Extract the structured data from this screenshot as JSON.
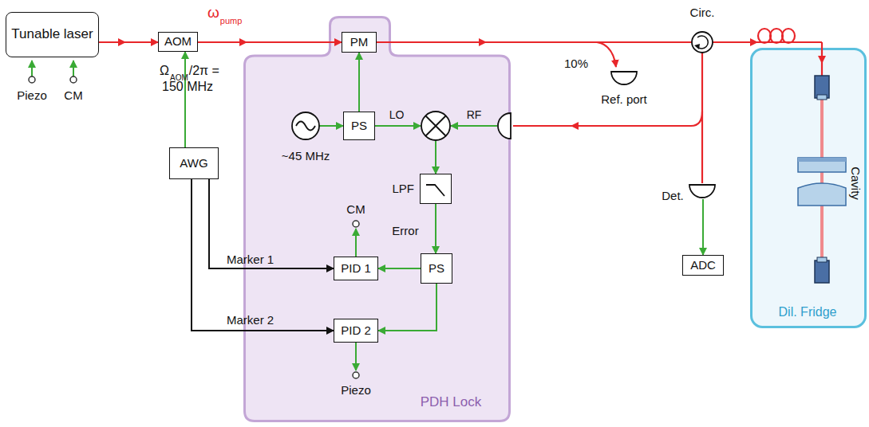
{
  "diagram": {
    "nodes": [
      {
        "text": [
          "Tunable laser"
        ]
      },
      {
        "text": [
          "AOM"
        ]
      },
      {
        "text": [
          "AWG"
        ]
      },
      {
        "text": [
          "PDH Lock"
        ]
      },
      {
        "text": [
          "PM"
        ],
        "in": 3
      },
      {
        "text": [
          "PS"
        ],
        "in": 3
      },
      {
        "text": [
          "LPF"
        ],
        "in": 3
      },
      {
        "text": [
          "PS"
        ],
        "in": 3
      },
      {
        "text": [
          "PID 1"
        ],
        "in": 3
      },
      {
        "text": [
          "PID 2"
        ],
        "in": 3
      },
      {
        "text": [
          "ADC"
        ]
      },
      {
        "text": [
          "Dil. Fridge"
        ]
      }
    ],
    "edges": [
      {
        "from": 0,
        "to": 1,
        "arrow": "to"
      },
      {
        "from": 1,
        "to": 4,
        "arrow": "to"
      },
      {
        "from": 2,
        "to": 1,
        "arrow": "to"
      },
      {
        "from": 2,
        "to": 8,
        "label": "Marker 1",
        "arrow": "to"
      },
      {
        "from": 2,
        "to": 9,
        "label": "Marker 2",
        "arrow": "to"
      },
      {
        "from": 5,
        "to": 4,
        "arrow": "to"
      },
      {
        "from": 6,
        "to": 7,
        "label": "Error",
        "arrow": "to"
      },
      {
        "from": 7,
        "to": 8,
        "arrow": "to"
      },
      {
        "from": 7,
        "to": 9,
        "arrow": "to"
      }
    ],
    "labels": [
      "ω",
      "pump",
      "Ω",
      "AOM",
      "/2π =",
      "150 MHz",
      "Piezo",
      "CM",
      "~45 MHz",
      "LO",
      "RF",
      "CM",
      "Piezo",
      "10%",
      "Ref. port",
      "Circ.",
      "Det.",
      "Cavity"
    ]
  }
}
